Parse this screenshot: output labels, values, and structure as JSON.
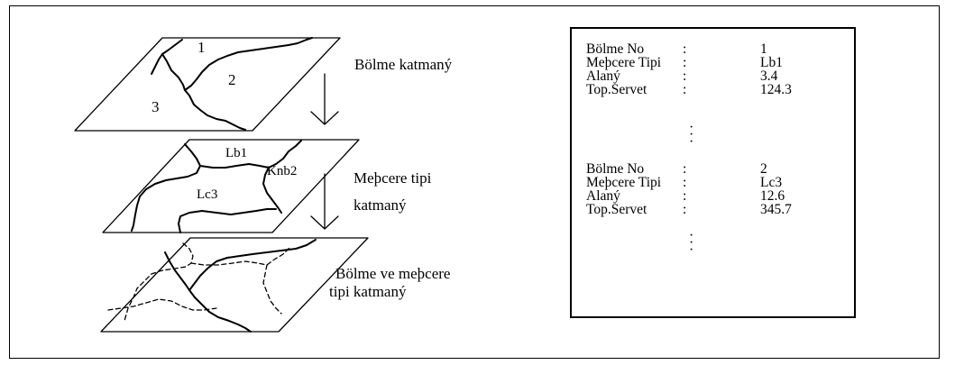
{
  "diagram": {
    "layers": [
      {
        "name": "Bölme katmaný",
        "region_labels": [
          "1",
          "2",
          "3"
        ]
      },
      {
        "name_line1": "Meþcere tipi",
        "name_line2": "katmaný",
        "region_labels": [
          "Lb1",
          "Knb2",
          "Lc3"
        ]
      },
      {
        "name_line1": "Bölme ve meþcere",
        "name_line2": "tipi katmaný"
      }
    ]
  },
  "attribute_table": {
    "records": [
      {
        "fields": [
          {
            "key": "Bölme No",
            "sep": ":",
            "value": "1"
          },
          {
            "key": "Meþcere Tipi",
            "sep": ":",
            "value": "Lb1"
          },
          {
            "key": "Alaný",
            "sep": ":",
            "value": "3.4"
          },
          {
            "key": "Top.Servet",
            "sep": ":",
            "value": "124.3"
          }
        ]
      },
      {
        "fields": [
          {
            "key": "Bölme No",
            "sep": ":",
            "value": "2"
          },
          {
            "key": "Meþcere Tipi",
            "sep": ":",
            "value": "Lc3"
          },
          {
            "key": "Alaný",
            "sep": ":",
            "value": "12.6"
          },
          {
            "key": "Top.Servet",
            "sep": ":",
            "value": "345.7"
          }
        ]
      }
    ]
  }
}
